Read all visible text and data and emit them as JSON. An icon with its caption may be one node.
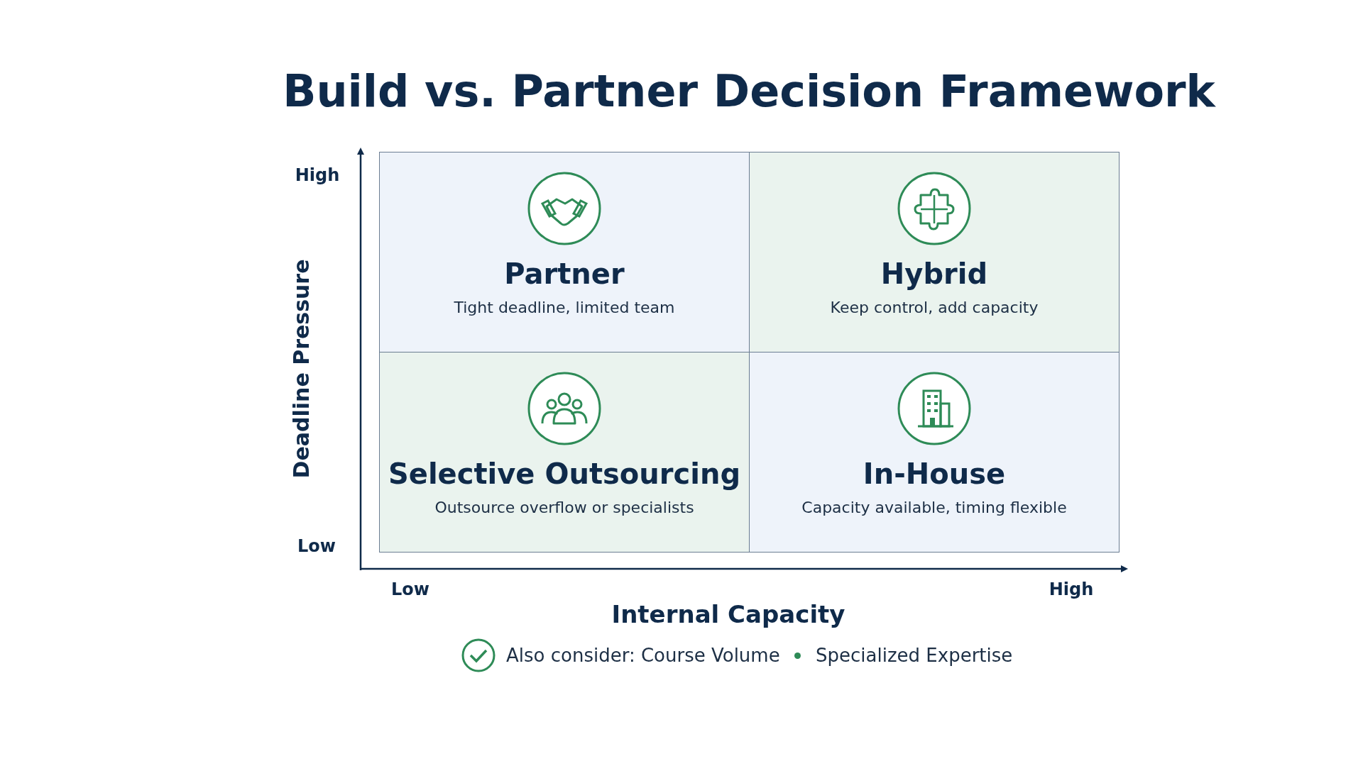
{
  "diagram": {
    "title": "Build vs. Partner Decision Framework",
    "nodes": [
      {
        "text": [
          "Partner",
          "Tight deadline, limited team"
        ]
      },
      {
        "text": [
          "Hybrid",
          "Keep control, add capacity"
        ]
      },
      {
        "text": [
          "Selective Outsourcing",
          "Outsource overflow or specialists"
        ]
      },
      {
        "text": [
          "In-House",
          "Capacity available, timing flexible"
        ]
      }
    ],
    "labels": [
      "High",
      "Deadline Pressure",
      "Low",
      "Low",
      "High",
      "Internal Capacity",
      "Also consider: Course Volume",
      "Specialized Expertise"
    ]
  }
}
